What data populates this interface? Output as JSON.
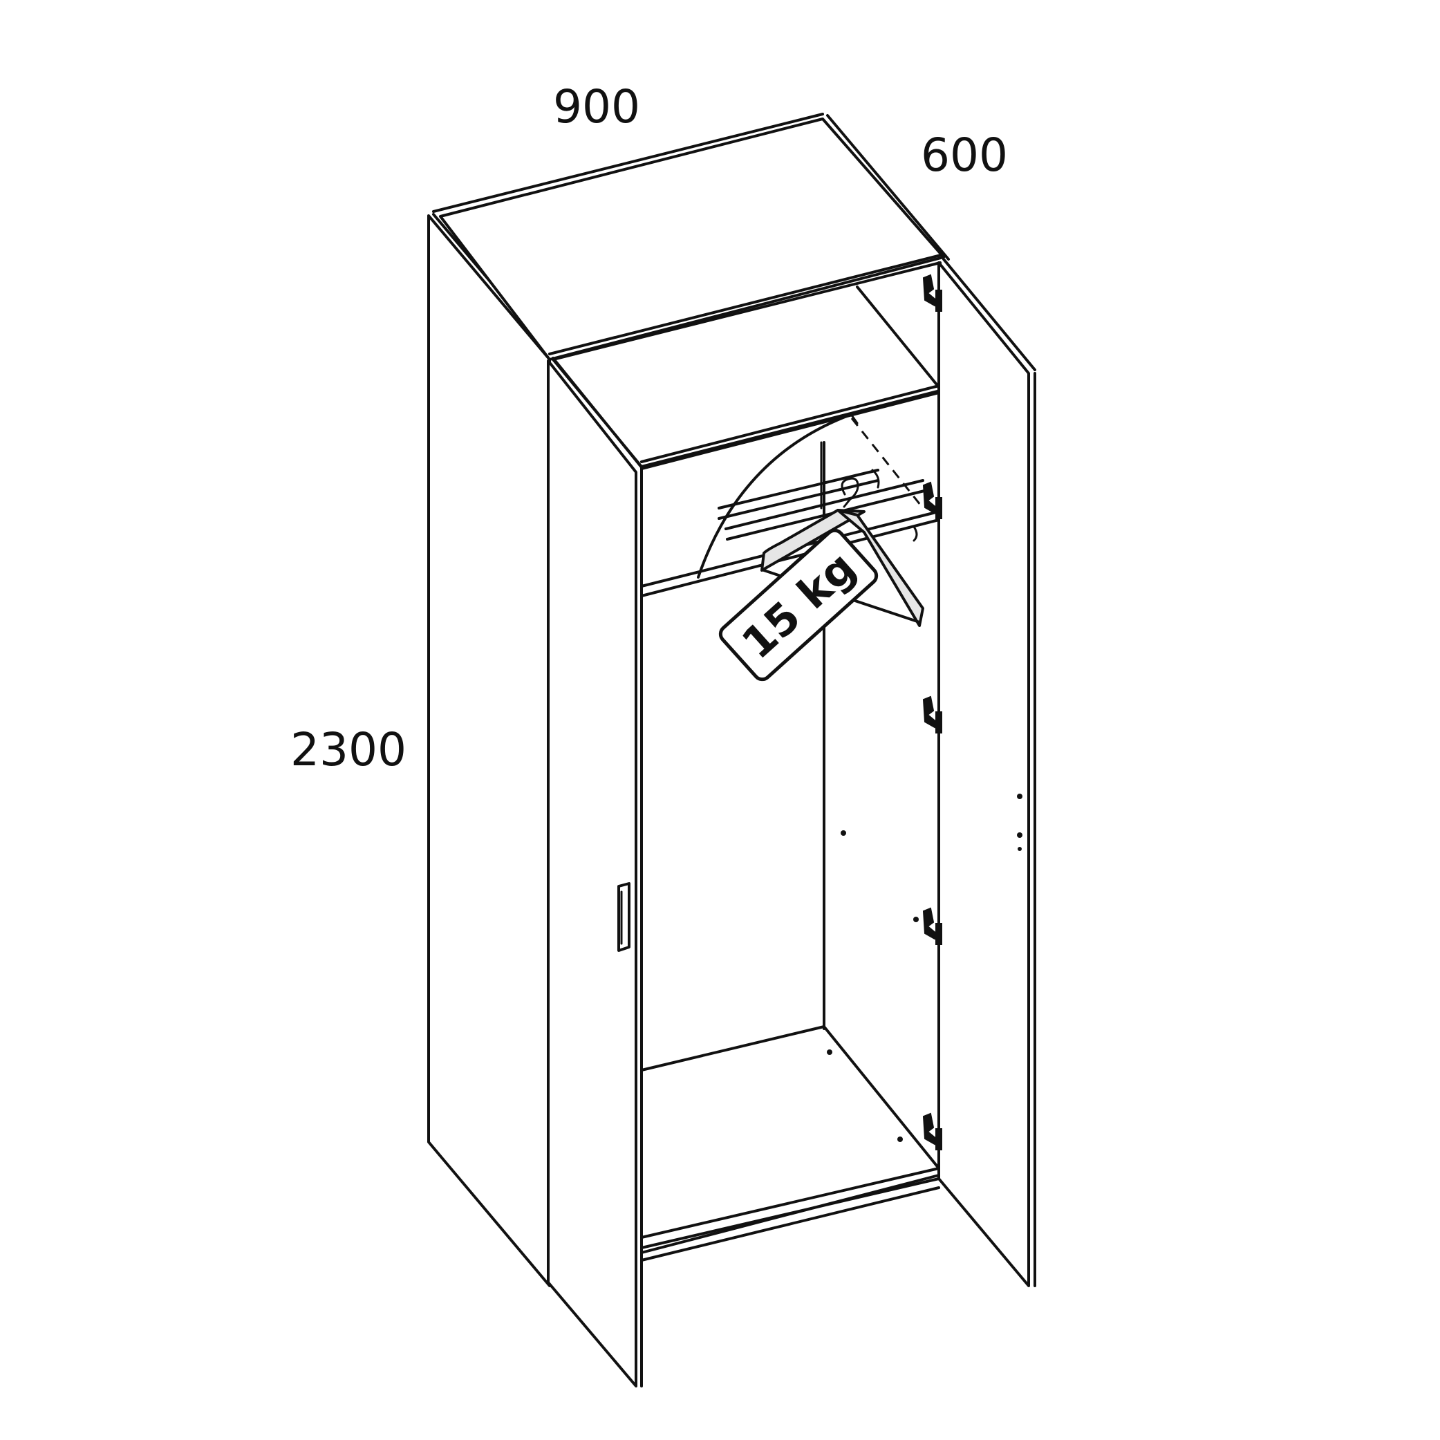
{
  "dimensions": {
    "width": "900",
    "depth": "600",
    "height": "2300"
  },
  "load_label": "15 kg",
  "colors": {
    "line": "#111111",
    "background": "#ffffff",
    "hanger_fill": "#e6e6e6"
  }
}
